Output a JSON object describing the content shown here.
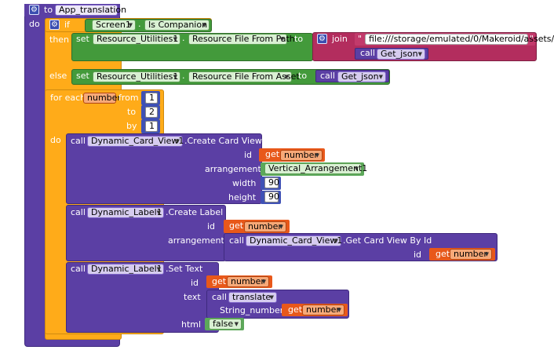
{
  "procedure": {
    "to_label": "to",
    "name": "App_translation",
    "do_label": "do"
  },
  "if_block": {
    "if_label": "if",
    "then_label": "then",
    "else_label": "else",
    "screen": "Screen1",
    "is_companion": "Is Companion"
  },
  "then_set": {
    "set_label": "set",
    "component": "Resource_Utilities1",
    "property": "Resource File From Path",
    "to_label": "to",
    "join_label": "join",
    "path_text": "file:///storage/emulated/0/Makeroid/assets/",
    "call_label": "call",
    "call_proc": "Get_json"
  },
  "else_set": {
    "set_label": "set",
    "component": "Resource_Utilities1",
    "property": "Resource File From Asset",
    "to_label": "to",
    "call_label": "call",
    "call_proc": "Get_json"
  },
  "for_each": {
    "label": "for each",
    "var": "number",
    "from_label": "from",
    "from_val": "1",
    "to_label": "to",
    "to_val": "2",
    "by_label": "by",
    "by_val": "1",
    "do_label": "do"
  },
  "card_view": {
    "call_label": "call",
    "component": "Dynamic_Card_View1",
    "method": ".Create Card View",
    "id_label": "id",
    "get_label": "get",
    "get_var": "number",
    "arrangement_label": "arrangement",
    "arrangement_val": "Vertical_Arrangement1",
    "width_label": "width",
    "width_val": "90",
    "height_label": "height",
    "height_val": "90"
  },
  "create_label": {
    "call_label": "call",
    "component": "Dynamic_Label1",
    "method": ".Create Label",
    "id_label": "id",
    "get_label": "get",
    "get_var": "number",
    "arrangement_label": "arrangement",
    "inner_call_label": "call",
    "inner_component": "Dynamic_Card_View1",
    "inner_method": ".Get Card View By Id",
    "inner_id_label": "id",
    "inner_get_label": "get",
    "inner_get_var": "number"
  },
  "set_text": {
    "call_label": "call",
    "component": "Dynamic_Label1",
    "method": ".Set Text",
    "id_label": "id",
    "get_label": "get",
    "get_var": "number",
    "text_label": "text",
    "translate_call_label": "call",
    "translate_proc": "translate",
    "param_label": "String_number",
    "param_get_label": "get",
    "param_get_var": "number",
    "html_label": "html",
    "html_val": "false"
  },
  "colors": {
    "procedure": "#5b3fa4",
    "control": "#ffab19",
    "component": "#439a3b",
    "text": "#b32d5e",
    "math": "#3f51b5",
    "variable": "#e8581a",
    "logic": "#5ca85a"
  },
  "icons": [
    "gear-icon",
    "dropdown-arrow-icon"
  ]
}
